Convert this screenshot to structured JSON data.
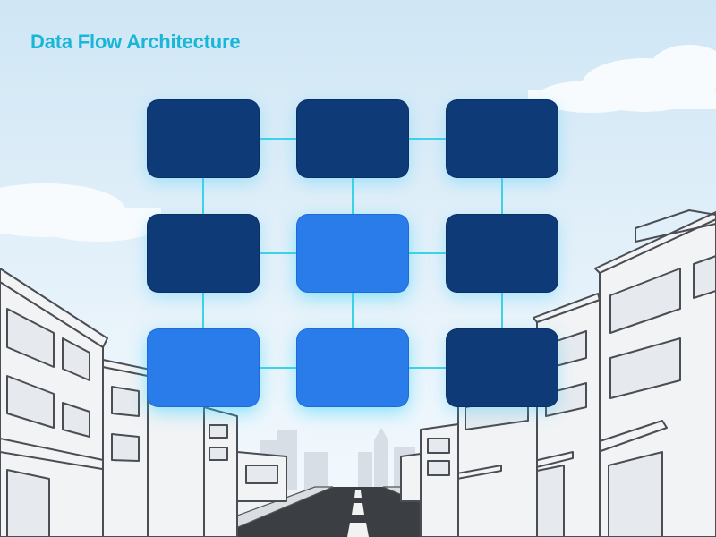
{
  "title": "Data Flow Architecture",
  "colors": {
    "title": "#1AB6D8",
    "node_dark": "#0E3A78",
    "node_light": "#2A7CEB",
    "connector": "#3ED3E6",
    "sky_top": "#CFE6F5",
    "sky_bottom": "#F4FAFE"
  },
  "grid": {
    "rows": 3,
    "cols": 3,
    "nodes": [
      {
        "row": 0,
        "col": 0,
        "shade": "dark"
      },
      {
        "row": 0,
        "col": 1,
        "shade": "dark"
      },
      {
        "row": 0,
        "col": 2,
        "shade": "dark"
      },
      {
        "row": 1,
        "col": 0,
        "shade": "dark"
      },
      {
        "row": 1,
        "col": 1,
        "shade": "light"
      },
      {
        "row": 1,
        "col": 2,
        "shade": "dark"
      },
      {
        "row": 2,
        "col": 0,
        "shade": "light"
      },
      {
        "row": 2,
        "col": 1,
        "shade": "light"
      },
      {
        "row": 2,
        "col": 2,
        "shade": "dark"
      }
    ]
  }
}
